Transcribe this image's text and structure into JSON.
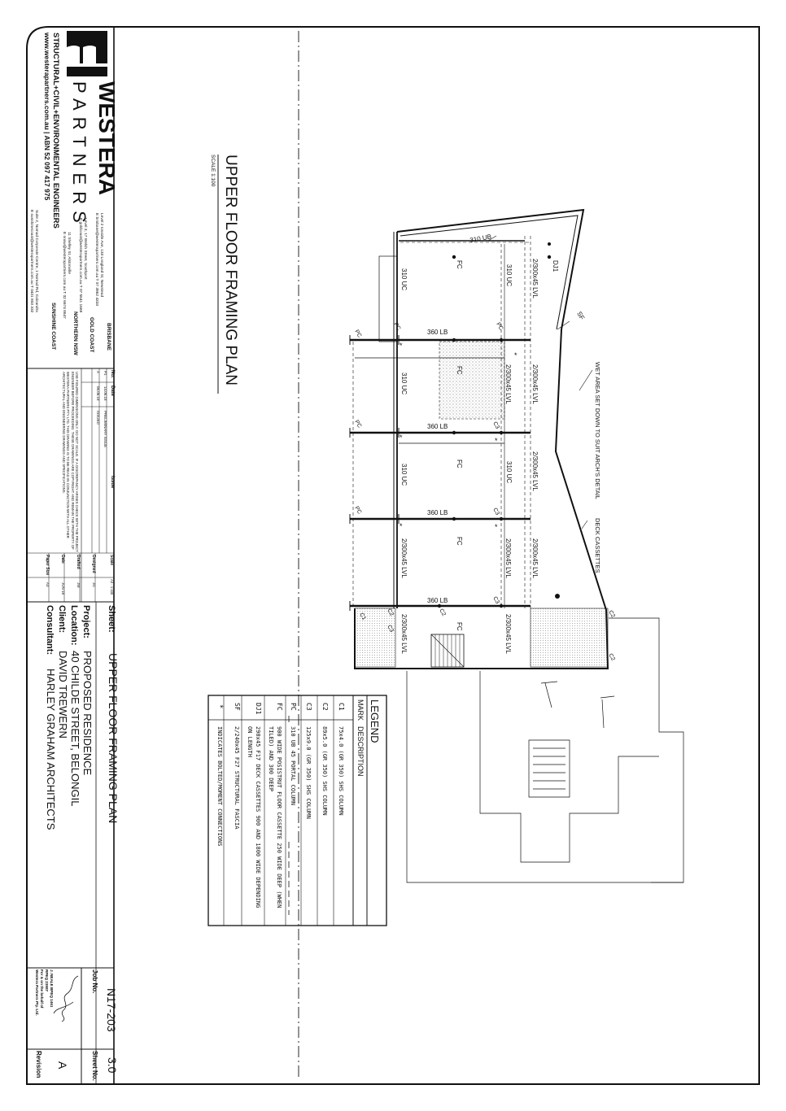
{
  "firm": {
    "name_top": "WESTERA",
    "name_bottom": "PARTNERS",
    "tagline": "STRUCTURAL+CIVIL+ENVIRONMENTAL ENGINEERS",
    "web_abn": "www.westerapartners.com.au | ABN 52 097 417 975",
    "offices": [
      {
        "name": "BRISBANE",
        "lines": [
          "Level 2 Ionside Ave, 133 Longland St, Newstead",
          "E brisbane@westerapartners.com.au  T 07 3862 4333"
        ]
      },
      {
        "name": "GOLD COAST",
        "lines": [
          "Level 3, 17 Welsh Street, Southport",
          "E goldcoast@westerapartners.com.au  T 07 5641 1669"
        ]
      },
      {
        "name": "NORTHERN NSW",
        "lines": [
          "11 Shelley St, Alstonville",
          "E nnsw@westerapartners.com.au  T 02 6674 8647"
        ]
      },
      {
        "name": "SUNSHINE COAST",
        "lines": [
          "Suite 2, Nomad Corporate Centre, 1 Nomad Rd, Caloundra",
          "E sunshinecoast@westerapartners.com.au  T 0431 803 332"
        ]
      }
    ]
  },
  "revisions": {
    "headers": [
      "No.",
      "Date",
      "Issue"
    ],
    "rows": [
      [
        "P1",
        "14.06.18",
        "PRELIMINARY ISSUE"
      ],
      [
        "A",
        "06.06.18",
        "ISSUED"
      ]
    ]
  },
  "disclaimer": "USE FIGURED DIMENSIONS ONLY. DO NOT SCALE. IF A DISCREPANCY ARISES CHECK WITH THE PROJECT ENGINEER BEFORE PROCEEDING. THESE DRAWINGS ARE COPYRIGHT AND REMAIN THE PROPERTY OF WESTERA PARTNERS PTY LTD. THIS DRAWING IS TO BE READ IN CONJUNCTION WITH ALL OTHER ARCHITECTURAL AND ENGINEERING DRAWINGS AND SPECIFICATIONS.",
  "details": [
    {
      "label": "Scale",
      "value": "A3 - 1:100"
    },
    {
      "label": "Designed",
      "value": "JG"
    },
    {
      "label": "Drafted",
      "value": "JW"
    },
    {
      "label": "Date",
      "value": "JUN 18"
    },
    {
      "label": "Paper Size",
      "value": "A3"
    }
  ],
  "title_block": {
    "sheet_label": "Sheet:",
    "sheet_title": "UPPER FLOOR FRAMING PLAN",
    "project_label": "Project:",
    "project": "PROPOSED RESIDENCE",
    "location_label": "Location:",
    "location": "40 CHILDE STREET, BELONGIL",
    "client_label": "Client:",
    "client": "DAVID TREWERN",
    "consultant_label": "Consultant:",
    "consultant": "HARLEY GRAHAM ARCHITECTS",
    "job_no_label": "Job No.",
    "job_no": "N17-203",
    "sheet_no_label": "Sheet No.",
    "sheet_no": "3.0",
    "revision_label": "Revision",
    "revision": "A",
    "signoff": [
      "J. NEALE  BPEQ 1461",
      "RPEQ 23987",
      "For & on the behalf of",
      "Westera Partners Pty. Ltd."
    ]
  },
  "drawing": {
    "title": "UPPER FLOOR FRAMING PLAN",
    "scale": "SCALE 1:100"
  },
  "plan_labels": {
    "ub_310": "310 UB",
    "uc_310": "310 UC",
    "lvl_2300": "2/300x45 LVL",
    "lb_360": "360 LB",
    "fc": "FC",
    "dj1": "DJ1",
    "sf": "SF",
    "pc": "PC",
    "c1": "C1",
    "c2": "C2",
    "c3": "C3",
    "star": "*",
    "wet_area": "WET AREA SET DOWN TO SUIT ARCH'S DETAIL",
    "deck": "DECK CASSETTES"
  },
  "legend": {
    "title": "LEGEND",
    "col_mark": "MARK",
    "col_desc": "DESCRIPTION",
    "rows": [
      [
        "C1",
        "75x4.0 (GR 350) SHS COLUMN"
      ],
      [
        "C2",
        "89x5.0 (GR 350) SHS COLUMN"
      ],
      [
        "C3",
        "125x9.0 (GR 350) SHS COLUMN"
      ],
      [
        "PC",
        "310 UB 45 PORTAL COLUMN"
      ],
      [
        "FC",
        "900 WIDE POSISTRUT FLOOR CASSETTE 250 WIDE DEEP (WHEN TILED) AND 300 DEEP"
      ],
      [
        "DJ1",
        "290x45 F17 DECK CASSETTES 900 AND 1800 WIDE DEPENDING ON LENGTH"
      ],
      [
        "SF",
        "2/240x45 F27 STRUCTURAL FASCIA"
      ],
      [
        "*",
        "INDICATES BOLTED/MOMENT CONNECTIONS"
      ]
    ]
  }
}
